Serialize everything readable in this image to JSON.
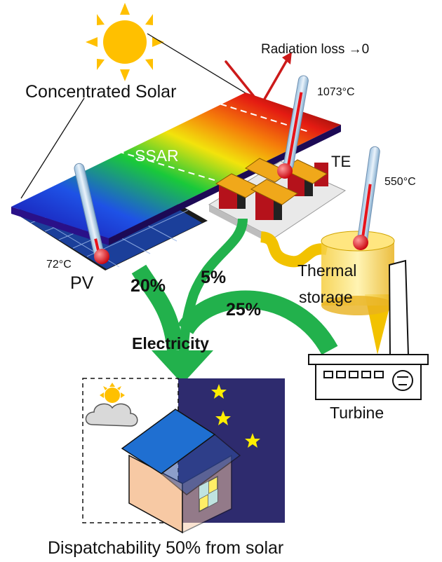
{
  "labels": {
    "radiation_loss": "Radiation loss →0",
    "concentrated_solar": "Concentrated Solar",
    "ssar": "SSAR",
    "te": "TE",
    "temp_hot": "1073°C",
    "temp_mid": "550°C",
    "temp_pv": "72°C",
    "pv": "PV",
    "pv_share": "20%",
    "te_share": "5%",
    "thermal_share": "25%",
    "thermal_storage_line1": "Thermal",
    "thermal_storage_line2": "storage",
    "electricity": "Electricity",
    "turbine": "Turbine",
    "dispatchability": "Dispatchability 50% from solar"
  },
  "colors": {
    "sun": "#ffc000",
    "green_flow": "#22b14c",
    "heat_flow": "#f2c200",
    "thermometer_bulb": "#e8141b",
    "arrow_red": "#cc1a1a",
    "night_sky": "#2e2b6e",
    "star": "#ffee00",
    "roof": "#1f6fd1",
    "house_wall": "#f7c9a4"
  }
}
